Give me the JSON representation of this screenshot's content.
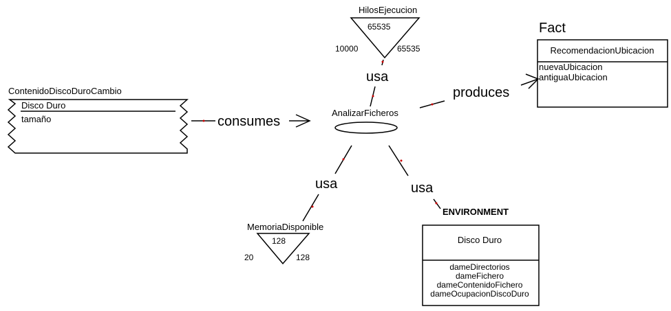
{
  "event": {
    "title": "ContenidoDiscoDuroCambio",
    "attributes": [
      "Disco Duro",
      "tamaño"
    ]
  },
  "task": {
    "name": "AnalizarFicheros"
  },
  "relations": {
    "consumes": "consumes",
    "produces": "produces",
    "usa_top": "usa",
    "usa_left": "usa",
    "usa_right": "usa"
  },
  "resource_threads": {
    "name": "HilosEjecucion",
    "value": "65535",
    "min": "10000",
    "max": "65535"
  },
  "resource_memory": {
    "name": "MemoriaDisponible",
    "value": "128",
    "min": "20",
    "max": "128"
  },
  "fact": {
    "stereotype": "Fact",
    "name": "RecomendacionUbicacion",
    "attributes": [
      "nuevaUbicacion",
      "antiguaUbicacion"
    ]
  },
  "environment": {
    "stereotype": "ENVIRONMENT",
    "name": "Disco Duro",
    "methods": [
      "dameDirectorios",
      "dameFichero",
      "dameContenidoFichero",
      "dameOcupacionDiscoDuro"
    ]
  },
  "colors": {
    "line": "#000000",
    "marker": "#cc0000",
    "background": "#ffffff"
  }
}
